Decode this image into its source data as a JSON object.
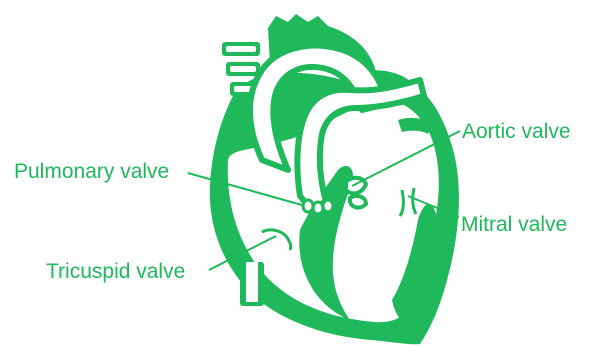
{
  "diagram": {
    "colors": {
      "accent": "#1fb85a",
      "background": "#ffffff"
    },
    "labels": {
      "aortic": "Aortic valve",
      "pulmonary": "Pulmonary valve",
      "mitral": "Mitral valve",
      "tricuspid": "Tricuspid valve"
    }
  }
}
